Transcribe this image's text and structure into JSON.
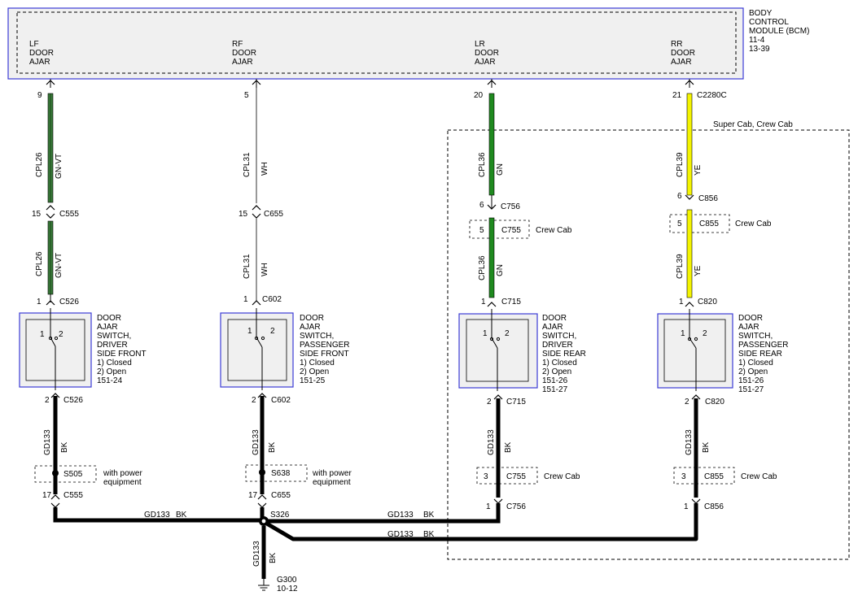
{
  "module": {
    "title": [
      "BODY",
      "CONTROL",
      "MODULE (BCM)",
      "11-4",
      "13-39"
    ],
    "doors": [
      [
        "LF",
        "DOOR",
        "AJAR"
      ],
      [
        "RF",
        "DOOR",
        "AJAR"
      ],
      [
        "LR",
        "DOOR",
        "AJAR"
      ],
      [
        "RR",
        "DOOR",
        "AJAR"
      ]
    ]
  },
  "region_label": "Super Cab, Crew Cab",
  "circuits": {
    "lf": {
      "pin_bcm": "9",
      "upper_circuit": "CPL26",
      "upper_color": "GN-VT",
      "c555_pin": "15",
      "c555": "C555",
      "lower_circuit": "CPL26",
      "lower_color": "GN-VT",
      "c526_pin": "1",
      "c526": "C526",
      "switch_pins": [
        "1",
        "2"
      ],
      "switch_text": [
        "DOOR",
        "AJAR",
        "SWITCH,",
        "DRIVER",
        "SIDE FRONT",
        "1) Closed",
        "2) Open",
        "151-24"
      ],
      "out_pin": "2",
      "out_conn": "C526",
      "ground_circuit": "GD133",
      "ground_color": "BK",
      "splice": "S505",
      "splice_note": [
        "with power",
        "equipment"
      ],
      "bottom_pin": "17",
      "bottom_conn": "C555"
    },
    "rf": {
      "pin_bcm": "5",
      "upper_circuit": "CPL31",
      "upper_color": "WH",
      "c655_pin": "15",
      "c655": "C655",
      "lower_circuit": "CPL31",
      "lower_color": "WH",
      "c602_pin": "1",
      "c602": "C602",
      "switch_pins": [
        "1",
        "2"
      ],
      "switch_text": [
        "DOOR",
        "AJAR",
        "SWITCH,",
        "PASSENGER",
        "SIDE FRONT",
        "1) Closed",
        "2) Open",
        "151-25"
      ],
      "out_pin": "2",
      "out_conn": "C602",
      "ground_circuit": "GD133",
      "ground_color": "BK",
      "splice": "S638",
      "splice_note": [
        "with power",
        "equipment"
      ],
      "bottom_pin": "17",
      "bottom_conn": "C655"
    },
    "lr": {
      "pin_bcm": "20",
      "upper_circuit": "CPL36",
      "upper_color": "GN",
      "c756_pin": "6",
      "c756": "C756",
      "c755_pin": "5",
      "c755": "C755",
      "c755_note": "Crew Cab",
      "lower_circuit": "CPL36",
      "lower_color": "GN",
      "c715_pin": "1",
      "c715": "C715",
      "switch_pins": [
        "1",
        "2"
      ],
      "switch_text": [
        "DOOR",
        "AJAR",
        "SWITCH,",
        "DRIVER",
        "SIDE REAR",
        "1) Closed",
        "2) Open",
        "151-26",
        "151-27"
      ],
      "out_pin": "2",
      "out_conn": "C715",
      "ground_circuit": "GD133",
      "ground_color": "BK",
      "mid_pin": "3",
      "mid_conn": "C755",
      "mid_note": "Crew Cab",
      "bottom_pin": "1",
      "bottom_conn": "C756"
    },
    "rr": {
      "pin_bcm": "21",
      "bcm_conn": "C2280C",
      "upper_circuit": "CPL39",
      "upper_color": "YE",
      "c856_pin": "6",
      "c856": "C856",
      "c855_pin": "5",
      "c855": "C855",
      "c855_note": "Crew Cab",
      "lower_circuit": "CPL39",
      "lower_color": "YE",
      "c820_pin": "1",
      "c820": "C820",
      "switch_pins": [
        "1",
        "2"
      ],
      "switch_text": [
        "DOOR",
        "AJAR",
        "SWITCH,",
        "PASSENGER",
        "SIDE REAR",
        "1) Closed",
        "2) Open",
        "151-26",
        "151-27"
      ],
      "out_pin": "2",
      "out_conn": "C820",
      "ground_circuit": "GD133",
      "ground_color": "BK",
      "mid_pin": "3",
      "mid_conn": "C855",
      "mid_note": "Crew Cab",
      "bottom_pin": "1",
      "bottom_conn": "C856"
    }
  },
  "ground": {
    "bus_left_circuit": "GD133",
    "bus_left_color": "BK",
    "bus_right1_circuit": "GD133",
    "bus_right1_color": "BK",
    "bus_right2_circuit": "GD133",
    "bus_right2_color": "BK",
    "splice": "S326",
    "drop_circuit": "GD133",
    "drop_color": "BK",
    "point": "G300",
    "point_ref": "10-12"
  },
  "colors": {
    "green_violet": "#2e6b2e",
    "green": "#1f8a1f",
    "yellow": "#f4f400",
    "ground_wire": "#000000",
    "module_border": "#3b3bd6"
  }
}
